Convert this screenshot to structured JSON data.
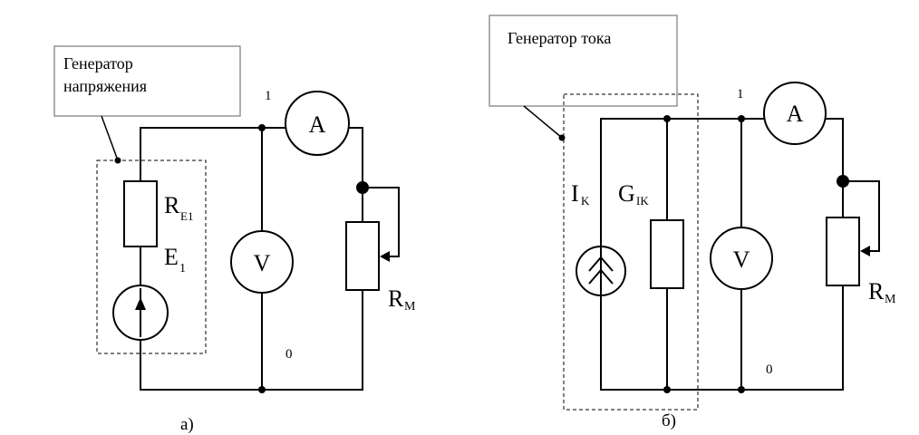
{
  "diagram_a": {
    "callout_line1": "Генератор",
    "callout_line2": "напряжения",
    "node_top": "1",
    "node_bottom": "0",
    "resistor_main": "R",
    "resistor_sub": "E1",
    "source_main": "E",
    "source_sub": "1",
    "ammeter": "A",
    "voltmeter": "V",
    "load_main": "R",
    "load_sub": "M",
    "caption": "а)"
  },
  "diagram_b": {
    "callout": "Генератор тока",
    "node_top": "1",
    "node_bottom": "0",
    "source_main": "I",
    "source_sub": "K",
    "conductance_main": "G",
    "conductance_sub": "IK",
    "ammeter": "A",
    "voltmeter": "V",
    "load_main": "R",
    "load_sub": "M",
    "caption": "б)"
  }
}
